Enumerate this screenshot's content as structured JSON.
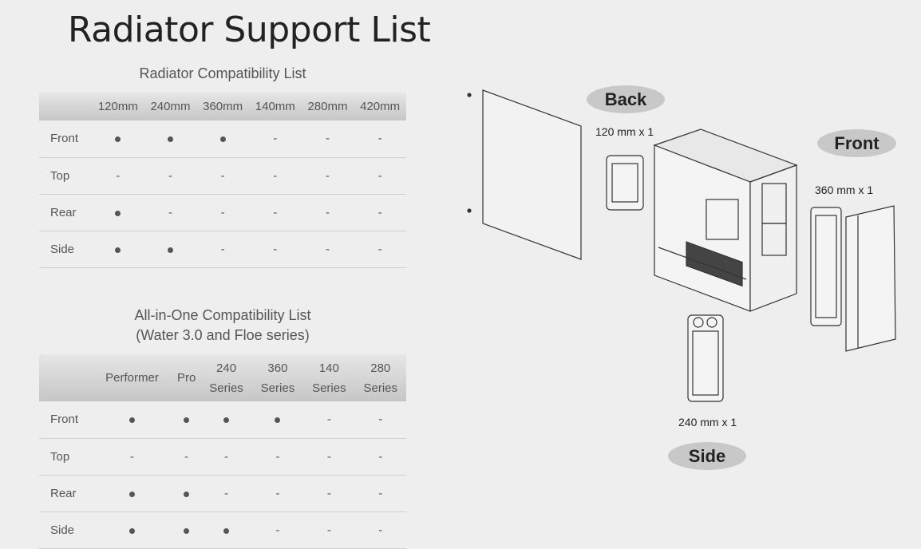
{
  "title": "Radiator Support List",
  "radiator": {
    "caption": "Radiator Compatibility List",
    "headers": [
      "",
      "120mm",
      "240mm",
      "360mm",
      "140mm",
      "280mm",
      "420mm"
    ],
    "rows": [
      [
        "Front",
        "●",
        "●",
        "●",
        "-",
        "-",
        "-"
      ],
      [
        "Top",
        "-",
        "-",
        "-",
        "-",
        "-",
        "-"
      ],
      [
        "Rear",
        "●",
        "-",
        "-",
        "-",
        "-",
        "-"
      ],
      [
        "Side",
        "●",
        "●",
        "-",
        "-",
        "-",
        "-"
      ]
    ]
  },
  "aio": {
    "caption1": "All-in-One Compatibility List",
    "caption2": "(Water 3.0 and Floe series)",
    "headers": [
      "",
      "Performer",
      "Pro",
      "240 Series",
      "360 Series",
      "140 Series",
      "280 Series"
    ],
    "rows": [
      [
        "Front",
        "●",
        "●",
        "●",
        "●",
        "-",
        "-"
      ],
      [
        "Top",
        "-",
        "-",
        "-",
        "-",
        "-",
        "-"
      ],
      [
        "Rear",
        "●",
        "●",
        "-",
        "-",
        "-",
        "-"
      ],
      [
        "Side",
        "●",
        "●",
        "●",
        "-",
        "-",
        "-"
      ]
    ]
  },
  "diagram": {
    "back": "Back",
    "front": "Front",
    "side": "Side",
    "back_rad": "120 mm x 1",
    "front_rad": "360 mm x 1",
    "side_rad": "240 mm x 1"
  }
}
